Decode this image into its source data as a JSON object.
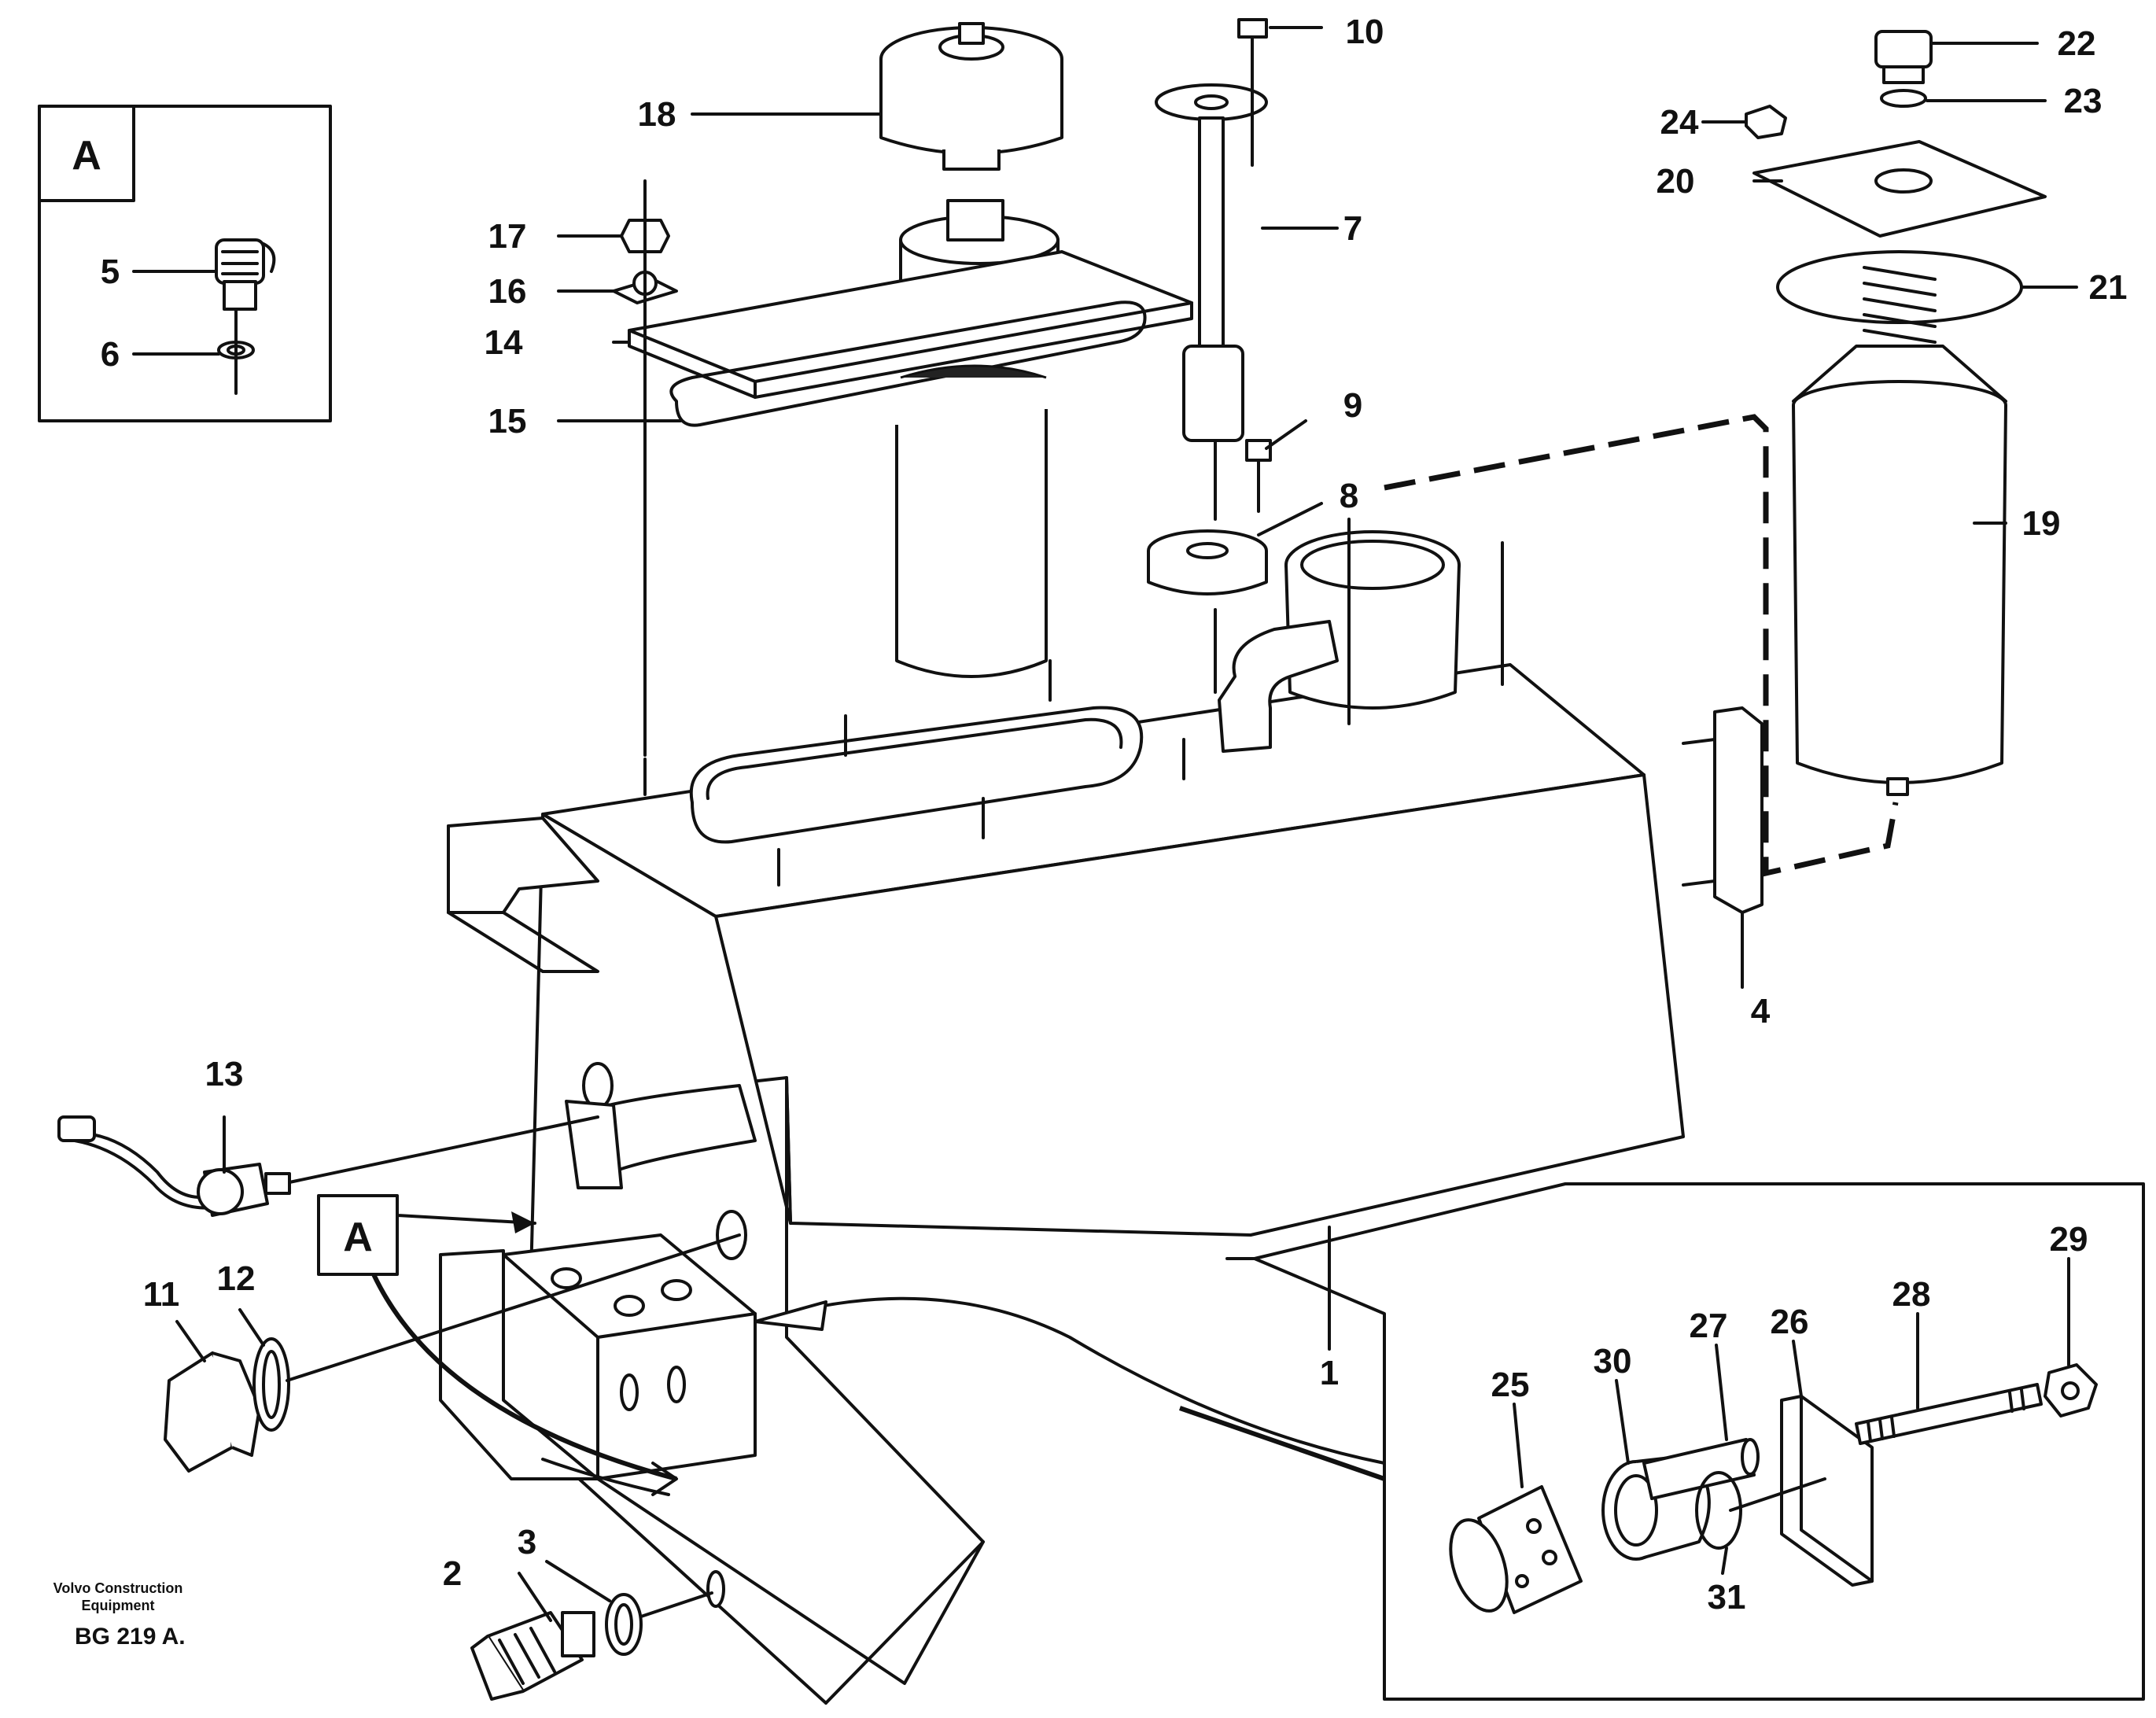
{
  "detail_letter": "A",
  "labels": {
    "p1": "1",
    "p2": "2",
    "p3": "3",
    "p4": "4",
    "p5": "5",
    "p6": "6",
    "p7": "7",
    "p8": "8",
    "p9": "9",
    "p10": "10",
    "p11": "11",
    "p12": "12",
    "p13": "13",
    "p14": "14",
    "p15": "15",
    "p16": "16",
    "p17": "17",
    "p18": "18",
    "p19": "19",
    "p20": "20",
    "p21": "21",
    "p22": "22",
    "p23": "23",
    "p24": "24",
    "p25": "25",
    "p26": "26",
    "p27": "27",
    "p28": "28",
    "p29": "29",
    "p30": "30",
    "p31": "31"
  },
  "footer": {
    "company_line1": "Volvo Construction",
    "company_line2": "Equipment",
    "drawing_code": "BG 219 A."
  }
}
